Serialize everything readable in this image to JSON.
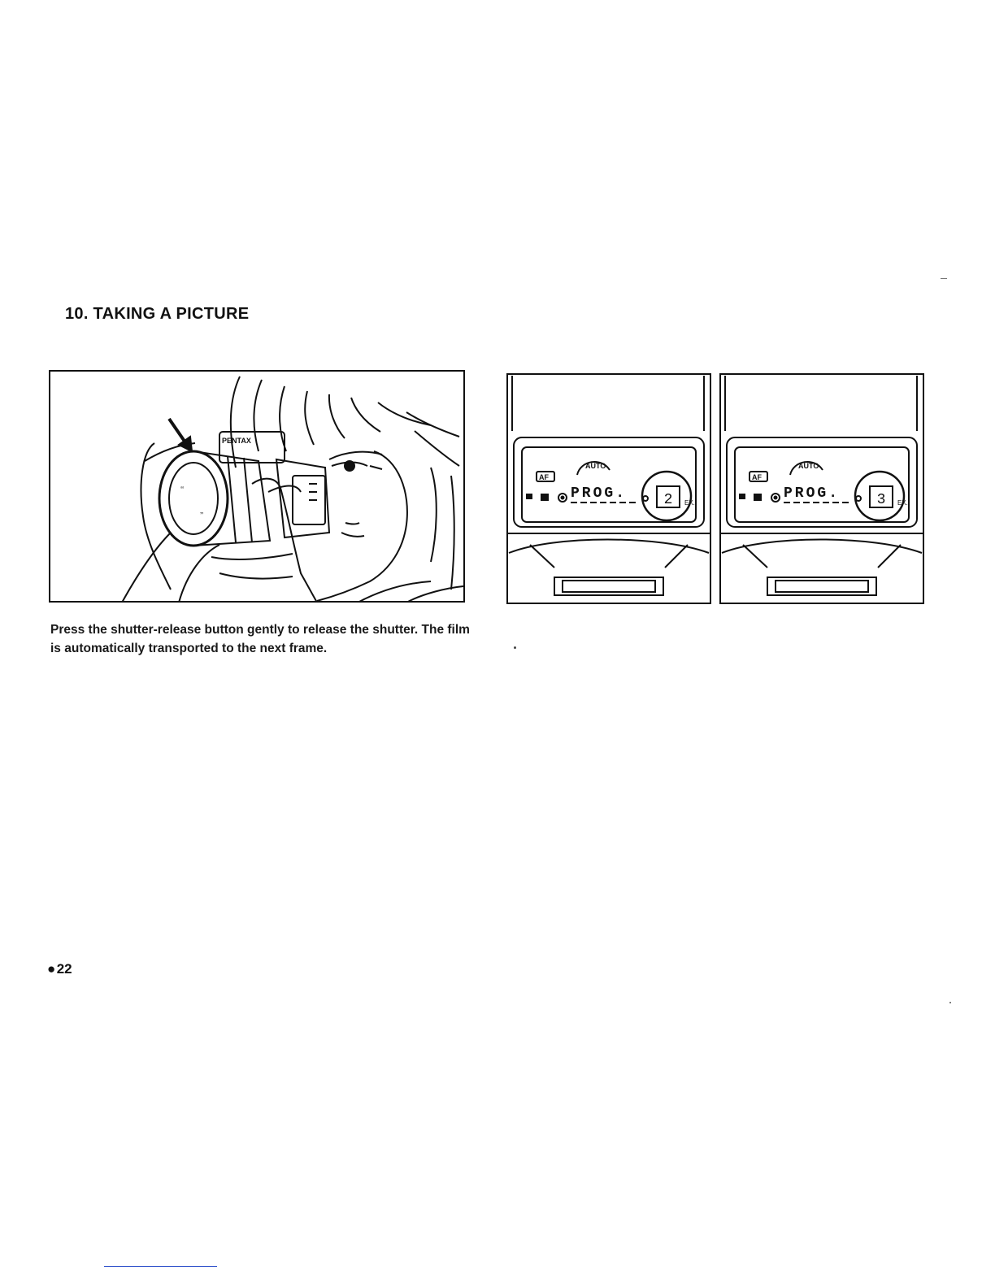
{
  "heading": {
    "title": "10. TAKING A PICTURE"
  },
  "illustration": {
    "camera_brand": "PENTAX"
  },
  "lcd_panels": [
    {
      "auto_label": "AUTO",
      "af_label": "AF",
      "mode_text": "PROG.",
      "frame_count": "2",
      "ex_label": "EX."
    },
    {
      "auto_label": "AUTO",
      "af_label": "AF",
      "mode_text": "PROG.",
      "frame_count": "3",
      "ex_label": "EX."
    }
  ],
  "body": {
    "caption": "Press the shutter-release button gently to release the shutter. The film is automatically transported to the next frame."
  },
  "footer": {
    "page_number": "22"
  },
  "colors": {
    "ink": "#111111",
    "paper": "#ffffff",
    "footer_rule": "#3355cc"
  }
}
